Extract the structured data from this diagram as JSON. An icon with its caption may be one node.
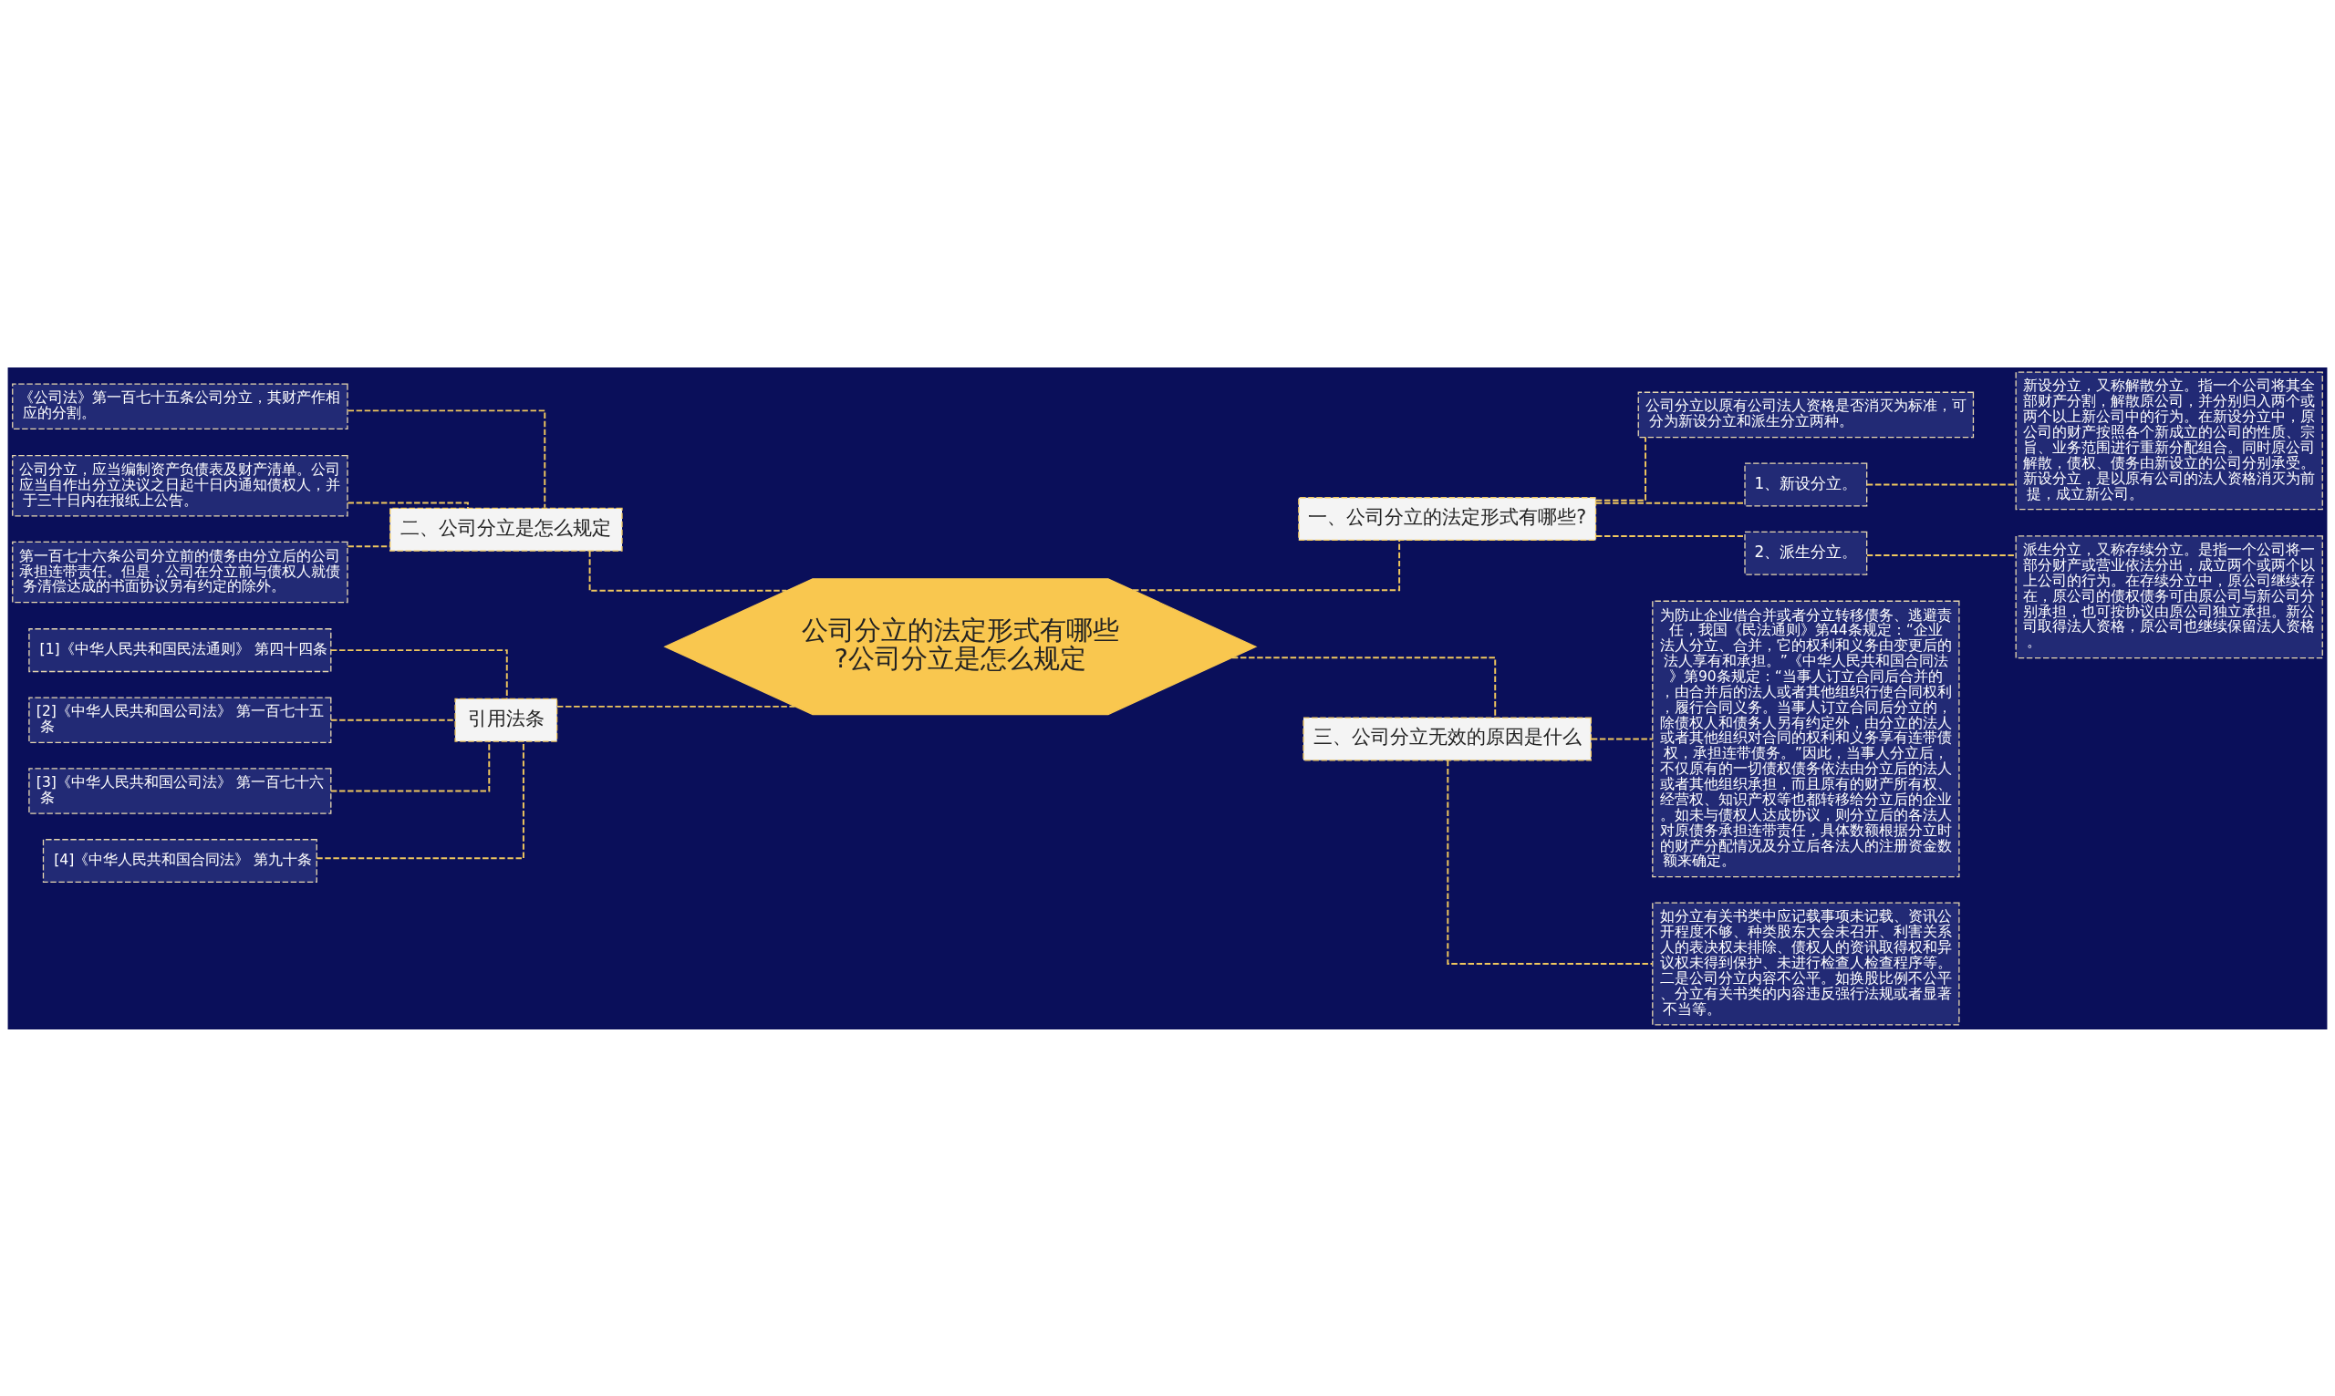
{
  "diagram": {
    "nodes": [
      {
        "text": [
          "公司分立的法定形式有哪些?公司分立是怎么规定"
        ]
      },
      {
        "text": [
          "一、公司分立的法定形式有哪些?"
        ]
      },
      {
        "text": [
          "公司分立以原有公司法人资格是否消灭为标准，可分为新设分立和派生分立两种。"
        ]
      },
      {
        "text": [
          "1、新设分立。"
        ]
      },
      {
        "text": [
          "新设分立，又称解散分立。指一个公司将其全部财产分割，解散原公司，并分别归入两个或两个以上新公司中的行为。在新设分立中，原公司的财产按照各个新成立的公司的性质、宗旨、业务范围进行重新分配组合。同时原公司解散，债权、债务由新设立的公司分别承受。新设分立，是以原有公司的法人资格消灭为前提，成立新公司。"
        ]
      },
      {
        "text": [
          "2、派生分立。"
        ]
      },
      {
        "text": [
          "派生分立，又称存续分立。是指一个公司将一部分财产或营业依法分出，成立两个或两个以上公司的行为。在存续分立中，原公司继续存在，原公司的债权债务可由原公司与新公司分别承担，也可按协议由原公司独立承担。新公司取得法人资格，原公司也继续保留法人资格。"
        ]
      },
      {
        "text": [
          "三、公司分立无效的原因是什么"
        ]
      },
      {
        "text": [
          "为防止企业借合并或者分立转移债务、逃避责任，我国《民法通则》第44条规定：“企业法人分立、合并，它的权利和义务由变更后的法人享有和承担。”《中华人民共和国合同法》第90条规定：“当事人订立合同后合并的，由合并后的法人或者其他组织行使合同权利，履行合同义务。当事人订立合同后分立的，除债权人和债务人另有约定外，由分立的法人或者其他组织对合同的权利和义务享有连带债权，承担连带债务。”因此，当事人分立后，不仅原有的一切债权债务依法由分立后的法人或者其他组织承担，而且原有的财产所有权、经营权、知识产权等也都转移给分立后的企业。如未与债权人达成协议，则分立后的各法人对原债务承担连带责任，具体数额根据分立时的财产分配情况及分立后各法人的注册资金数额来确定。"
        ]
      },
      {
        "text": [
          "如分立有关书类中应记载事项未记载、资讯公开程度不够、种类股东大会未召开、利害关系人的表决权未排除、债权人的资讯取得权和异议权未得到保护、未进行检查人检查程序等。二是公司分立内容不公平。如换股比例不公平、分立有关书类的内容违反强行法规或者显著不当等。"
        ]
      },
      {
        "text": [
          "二、公司分立是怎么规定"
        ]
      },
      {
        "text": [
          "《公司法》第一百七十五条公司分立，其财产作相应的分割。"
        ]
      },
      {
        "text": [
          "公司分立，应当编制资产负债表及财产清单。公司应当自作出分立决议之日起十日内通知债权人，并于三十日内在报纸上公告。"
        ]
      },
      {
        "text": [
          "第一百七十六条公司分立前的债务由分立后的公司承担连带责任。但是，公司在分立前与债权人就债务清偿达成的书面协议另有约定的除外。"
        ]
      },
      {
        "text": [
          "引用法条"
        ]
      },
      {
        "text": [
          "[1]《中华人民共和国民法通则》 第四十四条"
        ]
      },
      {
        "text": [
          "[2]《中华人民共和国公司法》 第一百七十五条"
        ]
      },
      {
        "text": [
          "[3]《中华人民共和国公司法》 第一百七十六条"
        ]
      },
      {
        "text": [
          "[4]《中华人民共和国合同法》 第九十条"
        ]
      }
    ],
    "edges": [
      {
        "from": 0,
        "to": 1,
        "arrow": "none"
      },
      {
        "from": 1,
        "to": 2,
        "arrow": "none"
      },
      {
        "from": 1,
        "to": 3,
        "arrow": "none"
      },
      {
        "from": 3,
        "to": 4,
        "arrow": "none"
      },
      {
        "from": 1,
        "to": 5,
        "arrow": "none"
      },
      {
        "from": 5,
        "to": 6,
        "arrow": "none"
      },
      {
        "from": 0,
        "to": 7,
        "arrow": "none"
      },
      {
        "from": 7,
        "to": 8,
        "arrow": "none"
      },
      {
        "from": 7,
        "to": 9,
        "arrow": "none"
      },
      {
        "from": 0,
        "to": 10,
        "arrow": "none"
      },
      {
        "from": 10,
        "to": 11,
        "arrow": "none"
      },
      {
        "from": 10,
        "to": 12,
        "arrow": "none"
      },
      {
        "from": 10,
        "to": 13,
        "arrow": "none"
      },
      {
        "from": 0,
        "to": 14,
        "arrow": "none"
      },
      {
        "from": 14,
        "to": 15,
        "arrow": "none"
      },
      {
        "from": 14,
        "to": 16,
        "arrow": "none"
      },
      {
        "from": 14,
        "to": 17,
        "arrow": "none"
      },
      {
        "from": 14,
        "to": 18,
        "arrow": "none"
      }
    ]
  }
}
